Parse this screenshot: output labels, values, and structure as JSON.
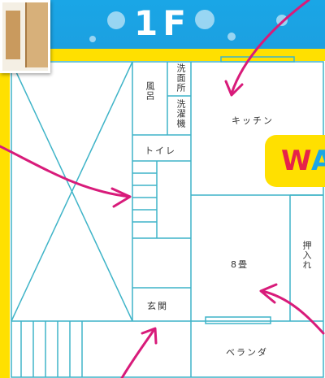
{
  "header": {
    "floor_title": "1F"
  },
  "badge": {
    "text_red": "W",
    "text_blue": "A"
  },
  "rooms": {
    "bath": "風呂",
    "washroom": "洗面所",
    "laundry": "洗濯機",
    "kitchen": "キッチン",
    "toilet": "トイレ",
    "tatami": "8畳",
    "closet": "押入れ",
    "entrance": "玄関",
    "veranda": "ベランダ"
  },
  "colors": {
    "banner_blue": "#1aa6e6",
    "frame_yellow": "#ffe000",
    "wall_line": "#3fb4c8",
    "arrow_magenta": "#d81b7a",
    "badge_red": "#e6234a"
  },
  "icons": {
    "photo": "room-photo-thumbnail"
  }
}
